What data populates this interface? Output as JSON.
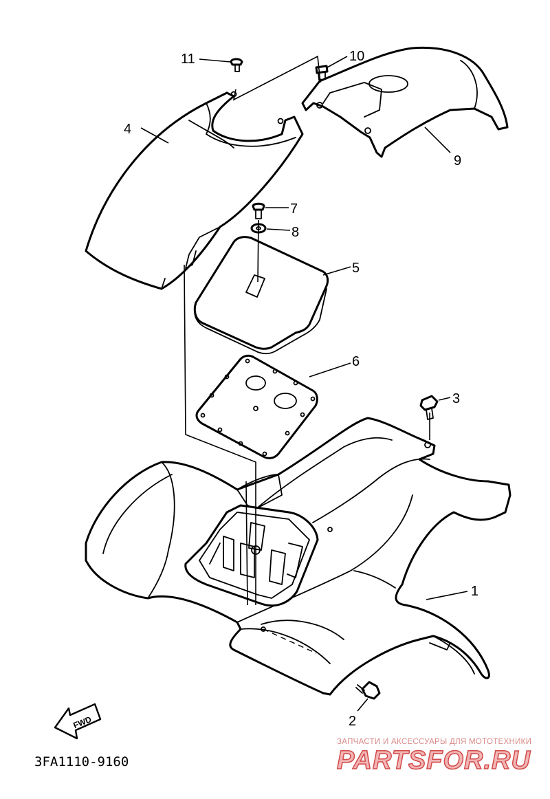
{
  "callouts": [
    "11",
    "10",
    "4",
    "9",
    "7",
    "8",
    "5",
    "6",
    "3",
    "1",
    "2"
  ],
  "fwd_label": "FWD",
  "part_code": "3FA1110-9160",
  "watermark": {
    "tagline": "ЗАПЧАСТИ И АКСЕССУАРЫ ДЛЯ МОТОТЕХНИКИ",
    "brand": "PARTSFOR.RU"
  }
}
